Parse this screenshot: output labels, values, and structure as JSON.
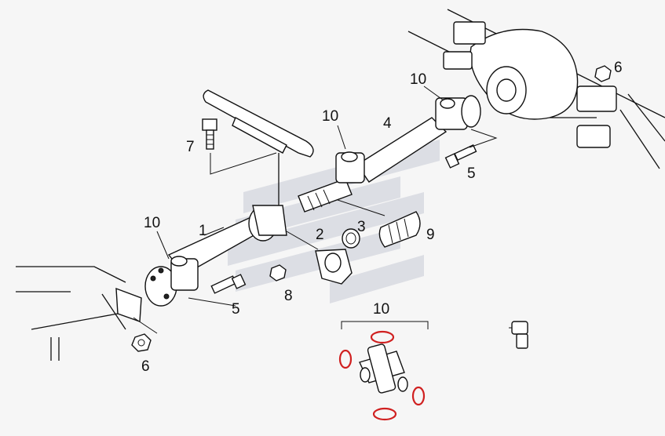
{
  "callouts": {
    "c1": "1",
    "c2": "2",
    "c3": "3",
    "c4": "4",
    "c5_lower": "5",
    "c5_upper": "5",
    "c6_lower": "6",
    "c6_upper": "6",
    "c7": "7",
    "c8": "8",
    "c9": "9",
    "c10_left": "10",
    "c10_center": "10",
    "c10_upper": "10",
    "c10_kit": "10"
  },
  "colors": {
    "line": "#111111",
    "watermark": "#c8cbd6",
    "snap_ring": "#d02020"
  }
}
